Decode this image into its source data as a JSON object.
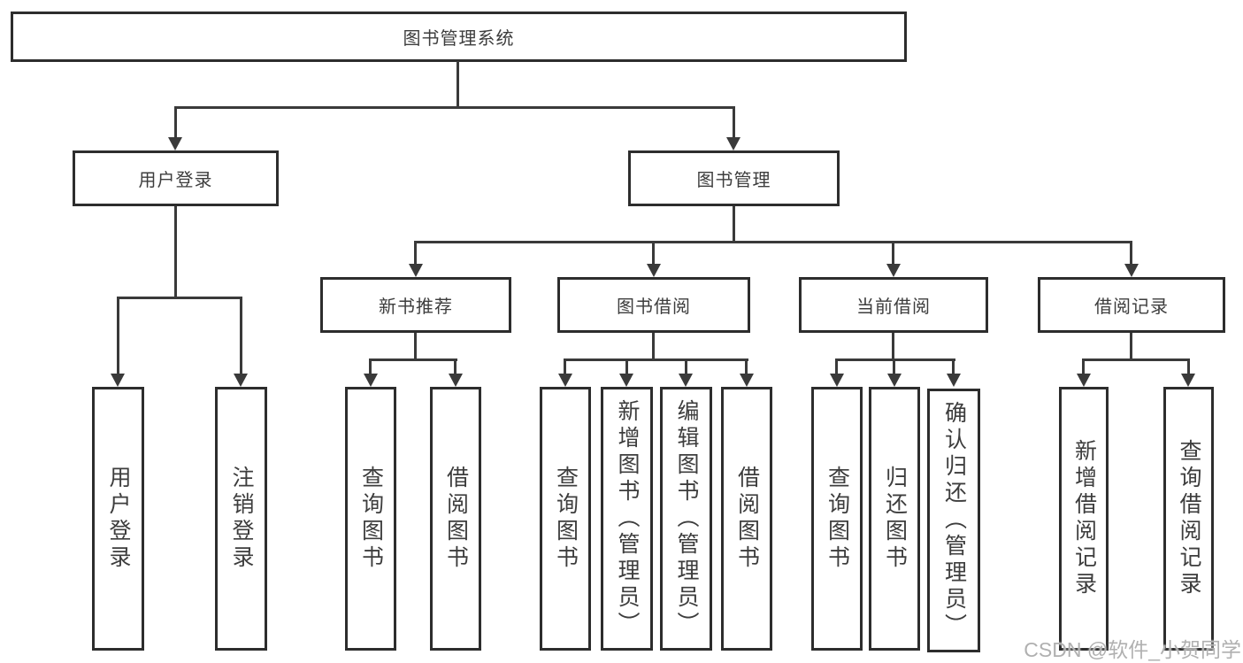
{
  "diagram": {
    "root": {
      "label": "图书管理系统"
    },
    "branches": [
      {
        "label": "用户登录",
        "children": [
          {
            "label": "用户登录"
          },
          {
            "label": "注销登录"
          }
        ]
      },
      {
        "label": "图书管理",
        "children": [
          {
            "label": "新书推荐",
            "children": [
              {
                "label": "查询图书"
              },
              {
                "label": "借阅图书"
              }
            ]
          },
          {
            "label": "图书借阅",
            "children": [
              {
                "label": "查询图书"
              },
              {
                "label": "新增图书（管理员）"
              },
              {
                "label": "编辑图书（管理员）"
              },
              {
                "label": "借阅图书"
              }
            ]
          },
          {
            "label": "当前借阅",
            "children": [
              {
                "label": "查询图书"
              },
              {
                "label": "归还图书"
              },
              {
                "label": "确认归还（管理员）"
              }
            ]
          },
          {
            "label": "借阅记录",
            "children": [
              {
                "label": "新增借阅记录"
              },
              {
                "label": "查询借阅记录"
              }
            ]
          }
        ]
      }
    ]
  },
  "watermark": {
    "text": "CSDN @软件_小贺同学",
    "color": "#b0b0b0"
  },
  "colors": {
    "box_border": "#2d2d2d",
    "connector": "#3a3a3a",
    "text": "#3d3d3d",
    "background": "#ffffff"
  }
}
